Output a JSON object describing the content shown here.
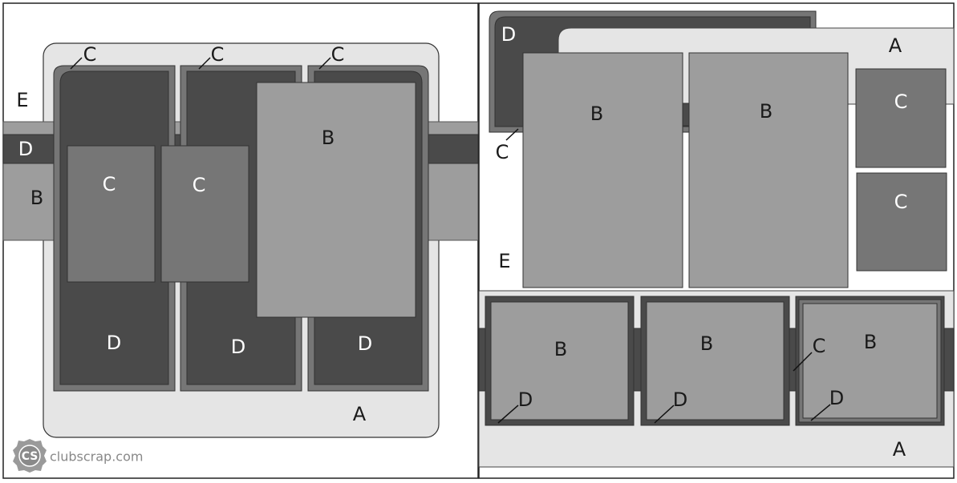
{
  "labels": {
    "a": "A",
    "b": "B",
    "c": "C",
    "d": "D",
    "e": "E"
  },
  "watermark": {
    "logo": "CS",
    "text": "clubscrap.com"
  },
  "colors": {
    "a": "#e5e5e5",
    "b": "#9d9d9d",
    "c": "#767676",
    "d": "#4a4a4a",
    "e": "#ffffff",
    "outline": "#3a3a3a"
  }
}
